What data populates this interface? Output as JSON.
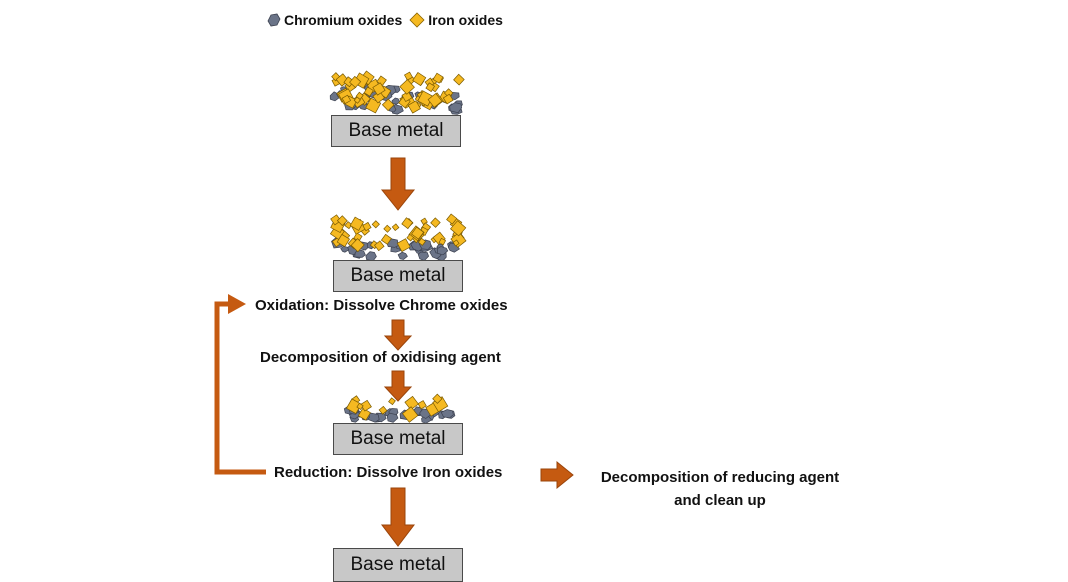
{
  "legend": {
    "items": [
      {
        "label": "Chromium oxides",
        "icon": "chromium-oxide-icon",
        "color": "#6b7488"
      },
      {
        "label": "Iron oxides",
        "icon": "iron-oxide-icon",
        "color": "#f5b921"
      }
    ]
  },
  "stages": [
    {
      "label": "Base metal",
      "deposit": "heavy"
    },
    {
      "label": "Base metal",
      "deposit": "loosened"
    },
    {
      "label": "Base metal",
      "deposit": "light"
    },
    {
      "label": "Base metal",
      "deposit": "none"
    }
  ],
  "steps": {
    "oxidation": "Oxidation: Dissolve Chrome oxides",
    "decomp_oxidising": "Decomposition of oxidising agent",
    "reduction": "Reduction: Dissolve Iron oxides",
    "decomp_reducing_line1": "Decomposition of reducing agent",
    "decomp_reducing_line2": "and clean up"
  },
  "colors": {
    "arrow": "#c55a11",
    "box_fill": "#c8c8c8",
    "chromium": "#6b7488",
    "iron": "#f5b921"
  }
}
